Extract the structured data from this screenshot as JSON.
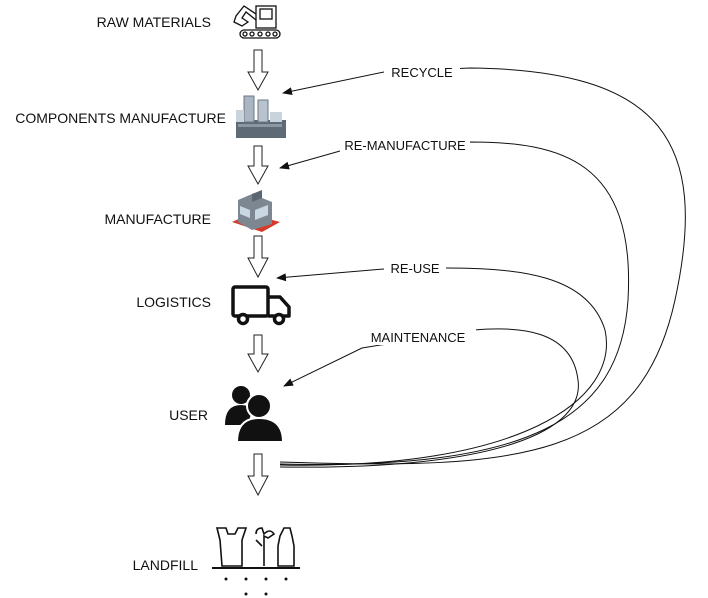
{
  "stages": [
    {
      "label": "RAW MATERIALS",
      "icon": "excavator-icon"
    },
    {
      "label": "COMPONENTS MANUFACTURE",
      "icon": "factory-plant-icon"
    },
    {
      "label": "MANUFACTURE",
      "icon": "factory-building-icon"
    },
    {
      "label": "LOGISTICS",
      "icon": "truck-icon"
    },
    {
      "label": "USER",
      "icon": "users-icon"
    },
    {
      "label": "LANDFILL",
      "icon": "landfill-waste-icon"
    }
  ],
  "loops": [
    {
      "label": "RECYCLE",
      "target": "COMPONENTS MANUFACTURE"
    },
    {
      "label": "RE-MANUFACTURE",
      "target": "MANUFACTURE"
    },
    {
      "label": "RE-USE",
      "target": "LOGISTICS"
    },
    {
      "label": "MAINTENANCE",
      "target": "USER"
    }
  ],
  "colors": {
    "ink": "#111111",
    "icon_accent": "#c0392b"
  }
}
